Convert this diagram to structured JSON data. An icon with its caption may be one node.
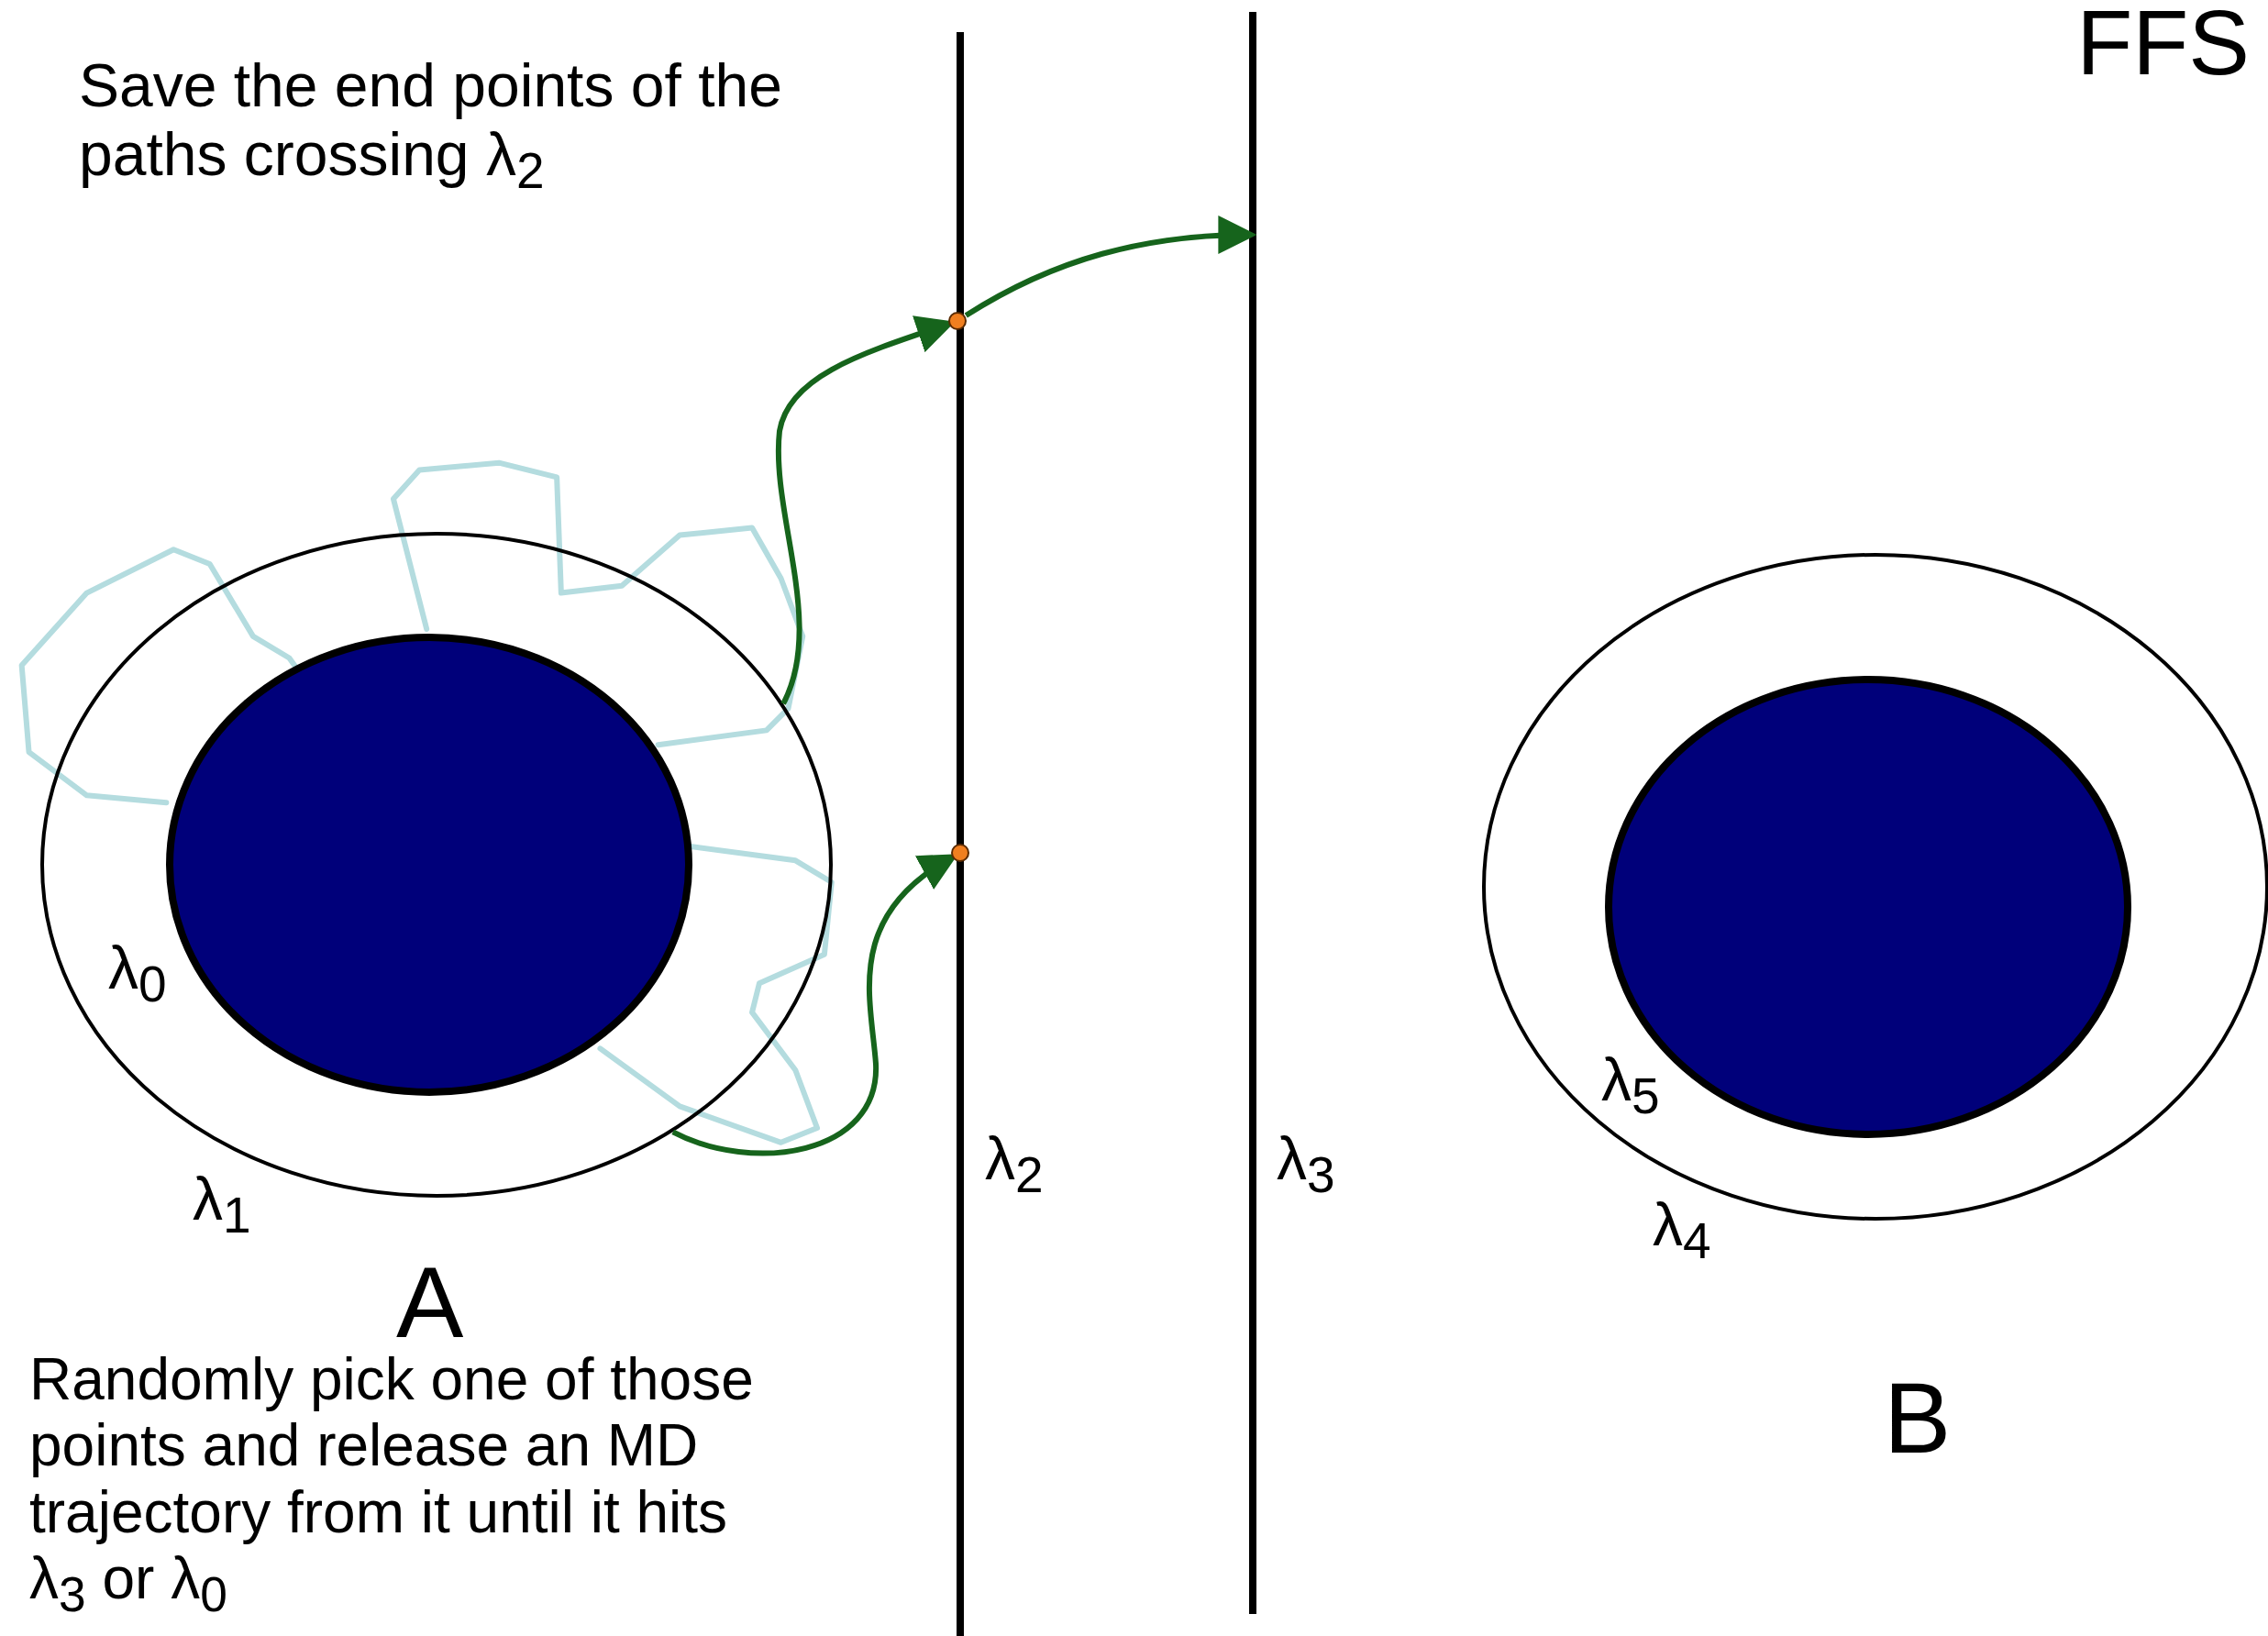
{
  "diagram": {
    "title": "FFS",
    "nodes": [
      {
        "text": [],
        "shape": "circle",
        "beside": [
          "λ$_{1}$"
        ]
      },
      {
        "text": [],
        "shape": "circle",
        "in": 0,
        "beside": [
          "λ$_{0}$"
        ]
      },
      {
        "text": [],
        "shape": "bar",
        "beside": [
          "λ$_{2}$"
        ]
      },
      {
        "text": [],
        "shape": "bar",
        "beside": [
          "λ$_{3}$"
        ]
      },
      {
        "text": [],
        "shape": "circle"
      },
      {
        "text": [],
        "shape": "circle"
      },
      {
        "text": [],
        "shape": "circle",
        "beside": [
          "λ$_{4}$"
        ]
      },
      {
        "text": [],
        "shape": "circle",
        "in": 6,
        "beside": [
          "λ$_{5}$"
        ]
      }
    ],
    "edges": [
      {
        "from": 0,
        "to": 4,
        "arrow": "to",
        "color": "#16641c"
      },
      {
        "from": 4,
        "to": 3,
        "arrow": "to",
        "color": "#16641c"
      },
      {
        "from": 0,
        "to": 5,
        "arrow": "to",
        "color": "#16641c"
      }
    ],
    "labels": [
      "Save the end points of the paths crossing λ$_{2}$",
      "A",
      "B",
      "Randomly pick one of those points and release an MD trajectory from it until it hits λ$_{3}$ or λ$_{0}$"
    ]
  }
}
